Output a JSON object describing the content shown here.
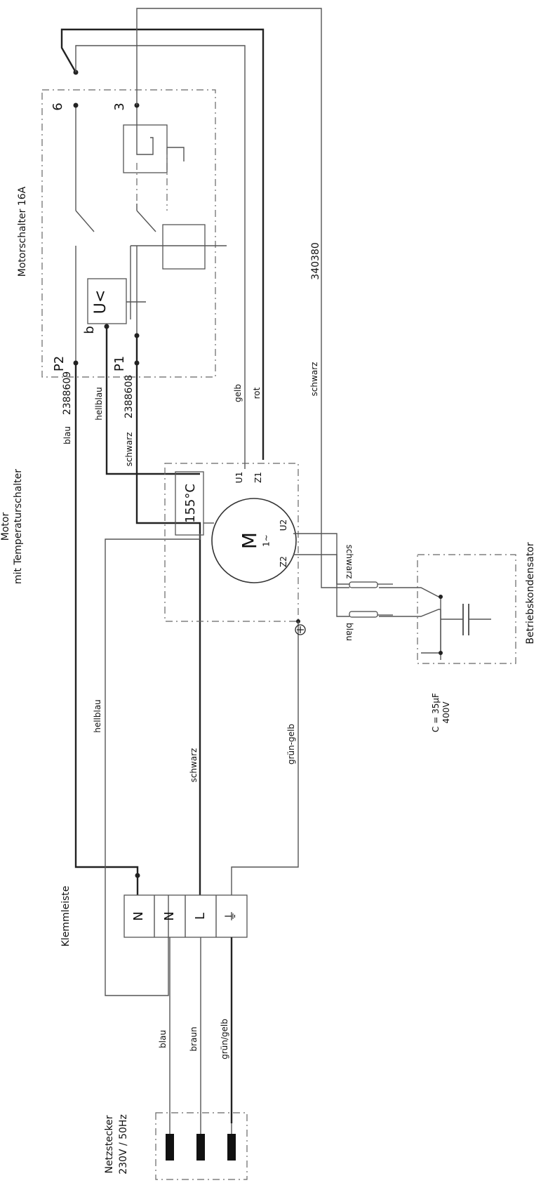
{
  "labels": {
    "motorschalter": "Motorschalter 16A",
    "motor_line1": "Motor",
    "motor_line2": "mit Temperaturschalter",
    "klemmleiste": "Klemmleiste",
    "netzstecker_line1": "Netzstecker",
    "netzstecker_line2": "230V / 50Hz",
    "betriebskondensator": "Betriebskondensator",
    "cap_value": "C = 35µF",
    "cap_voltage": "400V",
    "temp": "155°C",
    "motor_symbol": "M",
    "motor_phase": "1~",
    "u_less": "U<",
    "term_6": "6",
    "term_3": "3",
    "term_p2": "P2",
    "term_b": "b",
    "term_p1": "P1",
    "term_u1": "U1",
    "term_z1": "Z1",
    "term_u2": "U2",
    "term_z2": "Z2"
  },
  "wires": {
    "blau_top": "blau",
    "code_2388609": "2388609",
    "hellblau_top": "hellblau",
    "schwarz_top": "schwarz",
    "code_2388608": "2388608",
    "gelb": "gelb",
    "rot": "rot",
    "schwarz_cap": "schwarz",
    "code_340380": "340380",
    "schwarz_motor": "schwarz",
    "blau_motor": "blau",
    "hellblau_mid": "hellblau",
    "schwarz_mid": "schwarz",
    "gruen_gelb_mid": "grün-gelb",
    "blau_bottom": "blau",
    "braun_bottom": "braun",
    "gruen_gelb_bottom": "grün/gelb"
  },
  "terminal_block": [
    "N",
    "N",
    "L",
    "⏚"
  ],
  "icons": {
    "ground": "ground-icon",
    "plug_pin": "plug-pin-icon"
  }
}
